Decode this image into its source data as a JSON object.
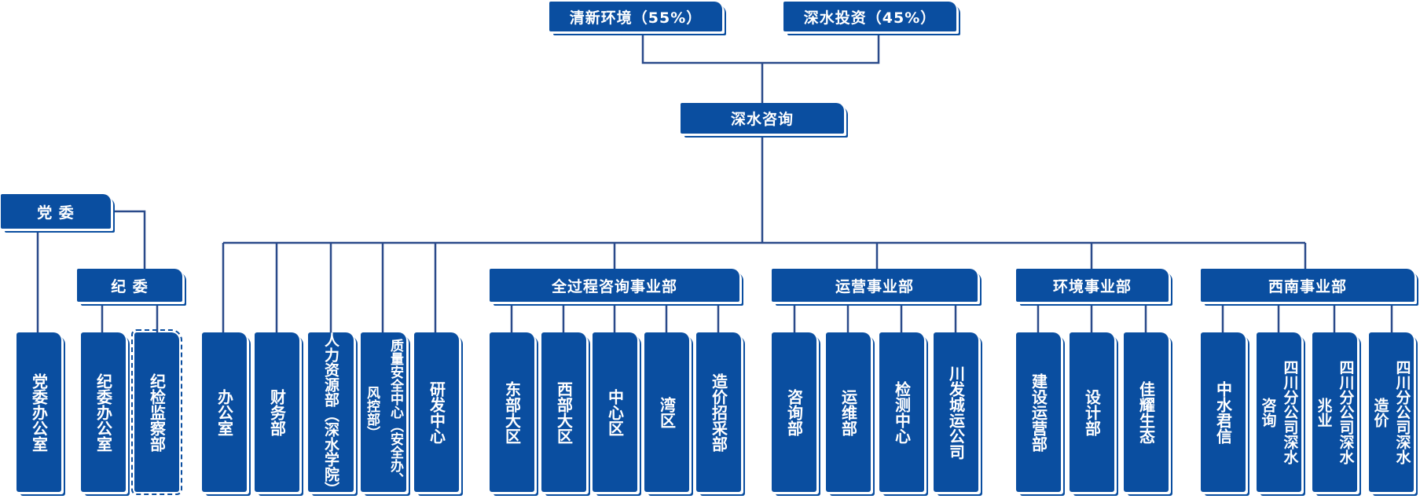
{
  "shareholders": [
    {
      "label": "清新环境（55%）"
    },
    {
      "label": "深水投资（45%）"
    }
  ],
  "company": {
    "label": "深水咨询"
  },
  "party": {
    "committee": "党 委",
    "office": "党委办公室",
    "discipline": "纪 委",
    "discipline_units": [
      "纪委办公室",
      "纪检监察部"
    ]
  },
  "functional_units": [
    "办公室",
    "财务部",
    "人力资源部（深水学院）",
    "质量安全中心（安全办、风控部）",
    "研发中心"
  ],
  "divisions": [
    {
      "label": "全过程咨询事业部",
      "units": [
        "东部大区",
        "西部大区",
        "中心区",
        "湾区",
        "造价招采部"
      ]
    },
    {
      "label": "运营事业部",
      "units": [
        "咨询部",
        "运维部",
        "检测中心",
        "川发城运公司"
      ]
    },
    {
      "label": "环境事业部",
      "units": [
        "建设运营部",
        "设计部",
        "佳耀生态"
      ]
    },
    {
      "label": "西南事业部",
      "units": [
        "中水君信",
        "四川分公司深水咨询",
        "四川分公司深水兆业",
        "四川分公司深水造价"
      ]
    }
  ],
  "colors": {
    "primary": "#0a4ea0",
    "line": "#2a4a8a"
  }
}
